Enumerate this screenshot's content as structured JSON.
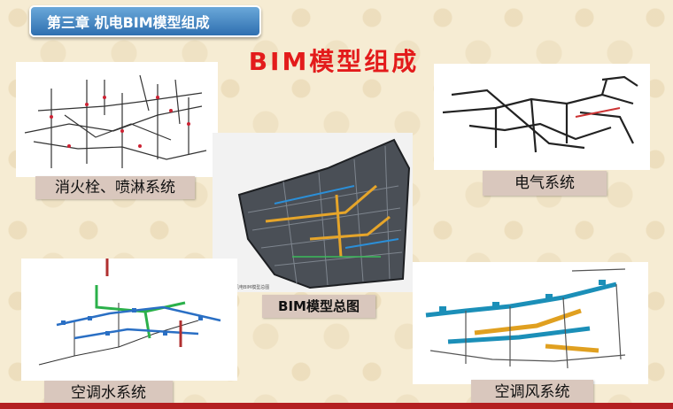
{
  "header": {
    "chapter": "第三章  机电BIM模型组成"
  },
  "title": "BIM模型组成",
  "panels": {
    "fire": {
      "caption": "消火栓、喷淋系统"
    },
    "electric": {
      "caption": "电气系统"
    },
    "overall": {
      "caption": "BIM模型总图",
      "tiny_note": "某某项目机电BIM模型总图"
    },
    "water": {
      "caption": "空调水系统"
    },
    "air": {
      "caption": "空调风系统"
    }
  },
  "colors": {
    "title_red": "#e31b1b",
    "tab_blue": "#2f6fb0",
    "bottom_red": "#b32021",
    "caption_bg": "#d9c7bd"
  }
}
